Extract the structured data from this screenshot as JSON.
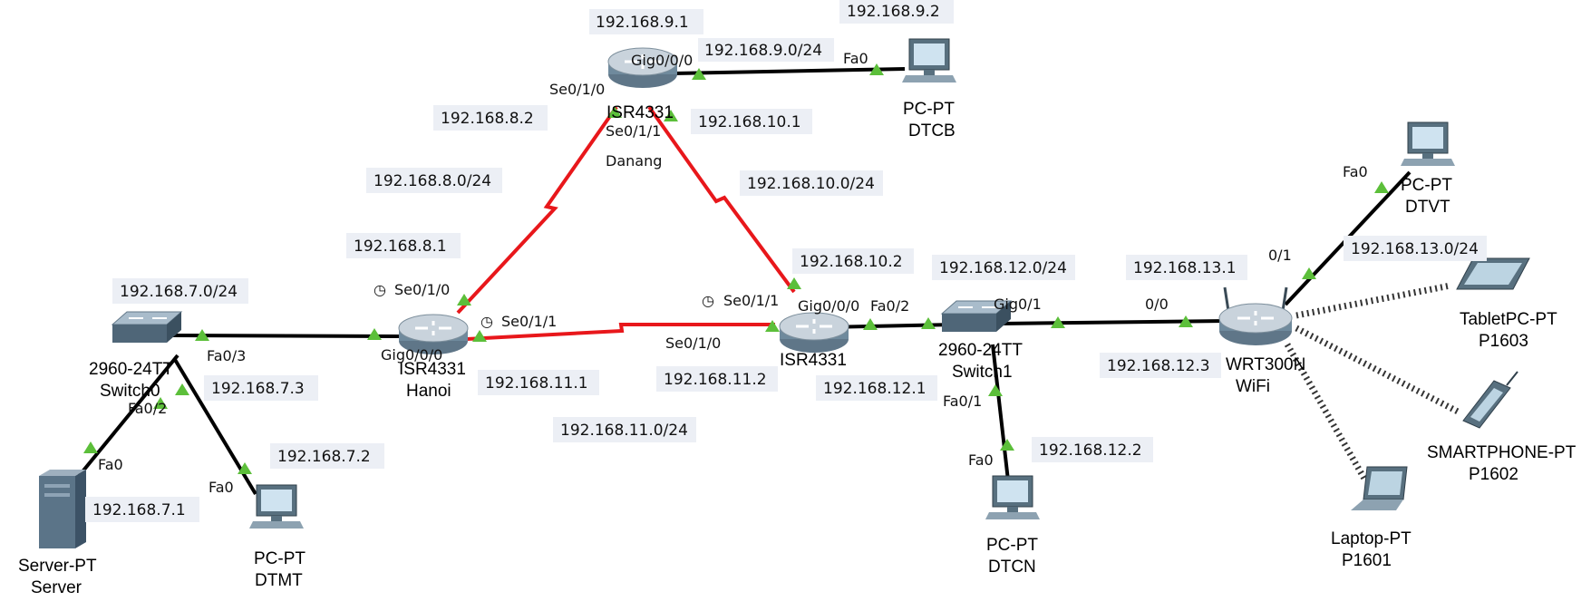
{
  "diagram": {
    "colors": {
      "ethernet_link": "#000000",
      "serial_link": "#e8171b",
      "wireless_link": "#333333",
      "link_up_marker": "#5cbf3a"
    },
    "devices": {
      "danang": {
        "model": "ISR4331",
        "name": "Danang",
        "icon": "router-icon"
      },
      "hanoi": {
        "model": "ISR4331",
        "name": "Hanoi",
        "icon": "router-icon"
      },
      "router3": {
        "model": "ISR4331",
        "name": "",
        "icon": "router-icon"
      },
      "switch0": {
        "model": "2960-24TT",
        "name": "Switch0",
        "icon": "switch-icon"
      },
      "switch1": {
        "model": "2960-24TT",
        "name": "Switch1",
        "icon": "switch-icon"
      },
      "wifi": {
        "model": "WRT300N",
        "name": "WiFi",
        "icon": "wireless-router-icon"
      },
      "server": {
        "model": "Server-PT",
        "name": "Server",
        "icon": "server-icon"
      },
      "dtmt": {
        "model": "PC-PT",
        "name": "DTMT",
        "icon": "pc-icon"
      },
      "dtcb": {
        "model": "PC-PT",
        "name": "DTCB",
        "icon": "pc-icon"
      },
      "dtcn": {
        "model": "PC-PT",
        "name": "DTCN",
        "icon": "pc-icon"
      },
      "dtvt": {
        "model": "PC-PT",
        "name": "DTVT",
        "icon": "pc-icon"
      },
      "p1603": {
        "model": "TabletPC-PT",
        "name": "P1603",
        "icon": "tablet-icon"
      },
      "p1602": {
        "model": "SMARTPHONE-PT",
        "name": "P1602",
        "icon": "smartphone-icon"
      },
      "p1601": {
        "model": "Laptop-PT",
        "name": "P1601",
        "icon": "laptop-icon"
      }
    },
    "ports": {
      "danang_gig": "Gig0/0/0",
      "danang_se010": "Se0/1/0",
      "danang_se011": "Se0/1/1",
      "dtcb_fa": "Fa0",
      "hanoi_se010": "Se0/1/0",
      "hanoi_se011": "Se0/1/1",
      "hanoi_gig": "Gig0/0/0",
      "sw0_fa03": "Fa0/3",
      "sw0_fa02": "Fa0/2",
      "server_fa": "Fa0",
      "dtmt_fa": "Fa0",
      "r3_se011": "Se0/1/1",
      "r3_se010": "Se0/1/0",
      "r3_gig": "Gig0/0/0",
      "sw1_fa02": "Fa0/2",
      "sw1_gig01": "Gig0/1",
      "sw1_fa01": "Fa0/1",
      "dtcn_fa": "Fa0",
      "wifi_00": "0/0",
      "wifi_01": "0/1",
      "dtvt_fa": "Fa0"
    },
    "ips": {
      "ip_9_1": "192.168.9.1",
      "ip_9_2": "192.168.9.2",
      "net_9": "192.168.9.0/24",
      "ip_8_2": "192.168.8.2",
      "ip_10_1": "192.168.10.1",
      "net_8": "192.168.8.0/24",
      "net_10": "192.168.10.0/24",
      "ip_8_1": "192.168.8.1",
      "ip_10_2": "192.168.10.2",
      "net_12": "192.168.12.0/24",
      "ip_13_1": "192.168.13.1",
      "net_13": "192.168.13.0/24",
      "net_7": "192.168.7.0/24",
      "ip_7_3": "192.168.7.3",
      "ip_11_1": "192.168.11.1",
      "ip_11_2": "192.168.11.2",
      "ip_12_1": "192.168.12.1",
      "ip_12_3": "192.168.12.3",
      "net_11": "192.168.11.0/24",
      "ip_7_2": "192.168.7.2",
      "ip_12_2": "192.168.12.2",
      "ip_7_1": "192.168.7.1"
    }
  }
}
